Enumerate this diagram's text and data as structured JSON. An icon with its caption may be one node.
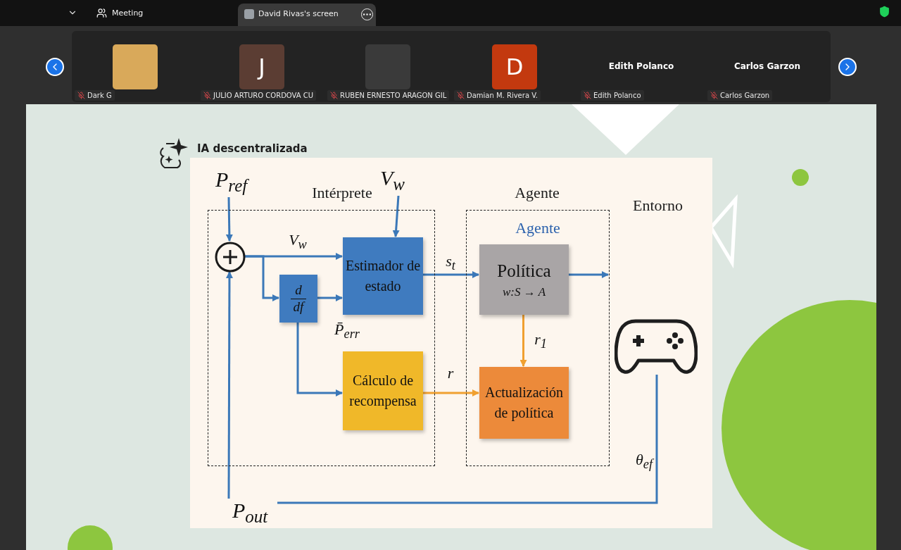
{
  "diagram": {
    "title": "IA descentralizada",
    "nodes": [
      {
        "text": [
          "Intérprete"
        ]
      },
      {
        "text": [],
        "shape": "circle",
        "in": 0
      },
      {
        "text": [
          "d",
          "df"
        ],
        "in": 0
      },
      {
        "text": [
          "Estimador de estado"
        ],
        "in": 0
      },
      {
        "text": [
          "Cálculo de recompensa"
        ],
        "in": 0
      },
      {
        "text": [
          "Agente",
          "Agente"
        ]
      },
      {
        "text": [
          "Política",
          "w:S → A"
        ],
        "in": 5
      },
      {
        "text": [
          "Actualización de política"
        ],
        "in": 5
      },
      {
        "text": [],
        "shape": "picture"
      },
      {
        "text": [
          "P$_{ref}$"
        ]
      },
      {
        "text": [
          "V$_{w}$"
        ]
      },
      {
        "text": [
          "P$_{out}$"
        ]
      }
    ],
    "edges": [
      {
        "from": 9,
        "to": 1,
        "arrow": "to"
      },
      {
        "from": 10,
        "to": 3,
        "arrow": "to"
      },
      {
        "from": 1,
        "to": 3,
        "arrow": "to",
        "label": "V$_{w}$"
      },
      {
        "from": 1,
        "to": 2,
        "arrow": "to"
      },
      {
        "from": 2,
        "to": 3,
        "arrow": "to"
      },
      {
        "from": 2,
        "to": 4,
        "arrow": "to",
        "label": "P̄$_{err}$"
      },
      {
        "from": 3,
        "to": 6,
        "arrow": "to",
        "label": "s$_{t}$"
      },
      {
        "from": 6,
        "to": null,
        "arrow": "to"
      },
      {
        "from": 6,
        "to": 7,
        "arrow": "to",
        "label": "r$_{1}$",
        "color": "#f0a030"
      },
      {
        "from": 4,
        "to": 7,
        "arrow": "to",
        "label": "r",
        "color": "#f0a030"
      },
      {
        "from": 8,
        "to": 11,
        "arrow": "none",
        "label": "θ$_{ef}$"
      },
      {
        "from": 11,
        "to": 1,
        "arrow": "to"
      }
    ],
    "labels": [
      "Meeting",
      "David Rivas's screen",
      "J",
      "D",
      "Edith Polanco",
      "Carlos Garzon",
      "Dark G",
      "JULIO ARTURO CORDOVA CU",
      "RUBEN ERNESTO ARAGON GIL",
      "Damian M. Rivera V.",
      "Edith Polanco",
      "Carlos Garzon",
      "Entorno"
    ]
  }
}
